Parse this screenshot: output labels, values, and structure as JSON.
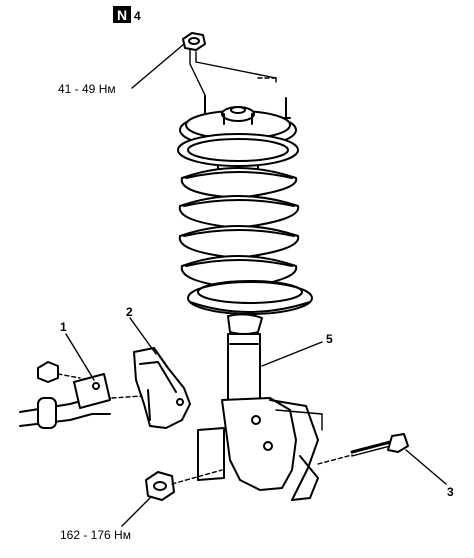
{
  "labels": {
    "part_4": "4",
    "part_4_badge": "N",
    "torque_4": "41 - 49 Нм",
    "part_1": "1",
    "part_2": "2",
    "part_5": "5",
    "part_3": "3",
    "torque_bottom": "162 - 176 Нм"
  },
  "colors": {
    "ink": "#000000",
    "paper": "#ffffff"
  },
  "icons": {
    "badge": "n-square-icon"
  }
}
